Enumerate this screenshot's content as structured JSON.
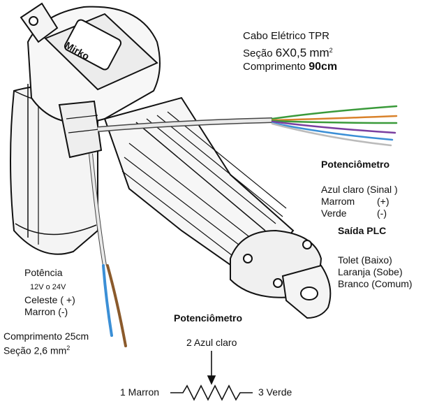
{
  "cable": {
    "title": "Cabo Elétrico TPR",
    "section_label": "Seção",
    "section_value": "6X0,5",
    "section_unit": "mm",
    "section_exp": "2",
    "length_label": "Comprimento",
    "length_value": "90cm"
  },
  "potentiometer": {
    "title": "Potenciômetro",
    "lines": [
      "Azul claro (Sinal )",
      "Marrom",
      "Verde"
    ],
    "signs": [
      "(+)",
      "(-)"
    ]
  },
  "plc": {
    "title": "Saída PLC",
    "lines": [
      "Tolet (Baixo)",
      "Laranja (Sobe)",
      "Branco (Comum)"
    ]
  },
  "power": {
    "title": "Potência",
    "voltage": "12V o 24V",
    "plus": "Celeste ( +)",
    "minus": "Marron (-)",
    "length": "Comprimento 25cm",
    "section_label": "Seção 2,6 mm",
    "section_exp": "2"
  },
  "schematic": {
    "title": "Potenciômetro",
    "wiper": "2 Azul claro",
    "left": "1 Marron",
    "right": "3 Verde"
  },
  "colors": {
    "wire_green": "#3a9a3a",
    "wire_orange": "#d9822b",
    "wire_purple": "#7a3fa0",
    "wire_blue": "#3b8fd6",
    "wire_brown": "#8b5a2b",
    "outline": "#111111"
  }
}
